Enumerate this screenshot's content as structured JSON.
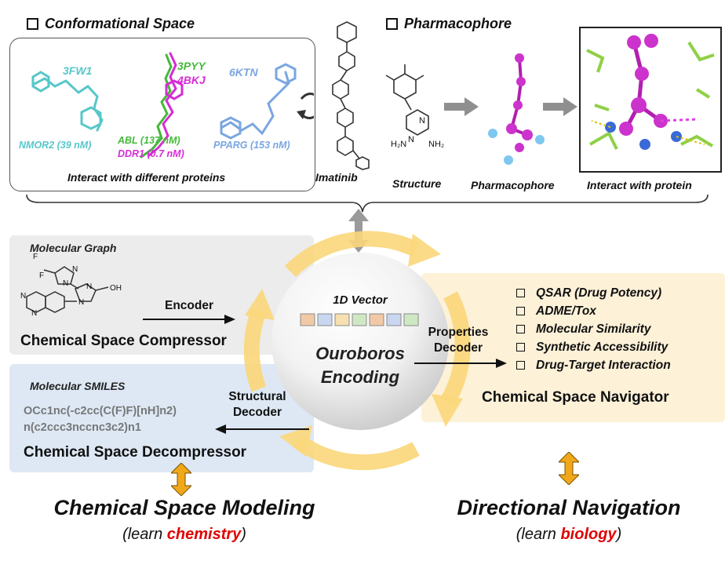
{
  "conformational_space": {
    "title": "Conformational Space",
    "pdb_codes": [
      "3FW1",
      "3PYY",
      "4BKJ",
      "6KTN"
    ],
    "notes": [
      "NMOR2 (39 nM)",
      "ABL (137 nM)",
      "DDR1 (0.7 nM)",
      "PPARG (153 nM)"
    ],
    "caption": "Interact with different proteins",
    "imatinib": "Imatinib"
  },
  "pharmacophore": {
    "title": "Pharmacophore",
    "captions": [
      "Structure",
      "Pharmacophore",
      "Interact with protein"
    ],
    "atom_labels": [
      "H₂N",
      "NH₂",
      "N",
      "N"
    ]
  },
  "compressor": {
    "label": "Molecular Graph",
    "title": "Chemical Space Compressor",
    "arrow_label": "Encoder",
    "atom_labels": [
      "F",
      "F",
      "N",
      "N",
      "N",
      "N",
      "N",
      "N",
      "OH"
    ]
  },
  "decompressor": {
    "label": "Molecular SMILES",
    "smiles": [
      "OCc1nc(-c2cc(C(F)F)[nH]n2)",
      "n(c2ccc3nccnc3c2)n1"
    ],
    "title": "Chemical Space Decompressor",
    "arrow_label": [
      "Structural",
      "Decoder"
    ]
  },
  "center": {
    "vector_label": "1D Vector",
    "title": [
      "Ouroboros",
      "Encoding"
    ],
    "vector_colors": [
      "#f2c9a6",
      "#c9d6f0",
      "#f7e0b0",
      "#cfe8c4",
      "#f2c9a6",
      "#c9d6f0",
      "#cfe8c4"
    ]
  },
  "navigator": {
    "arrow_label": [
      "Properties",
      "Decoder"
    ],
    "items": [
      "QSAR (Drug Potency)",
      "ADME/Tox",
      "Molecular Similarity",
      "Synthetic Accessibility",
      "Drug-Target Interaction"
    ],
    "title": "Chemical Space Navigator"
  },
  "bottom": {
    "left_title": "Chemical Space Modeling",
    "left_sub_pre": "(learn ",
    "left_sub_hl": "chemistry",
    "left_sub_post": ")",
    "right_title": "Directional Navigation",
    "right_sub_pre": "(learn ",
    "right_sub_hl": "biology",
    "right_sub_post": ")"
  },
  "colors": {
    "cyan": "#56c7c9",
    "green": "#45b83a",
    "magenta": "#d62bd6",
    "blue": "#7aa6e0",
    "yellow_ring": "#fbd77a",
    "arrow_orange": "#f0a81a"
  }
}
